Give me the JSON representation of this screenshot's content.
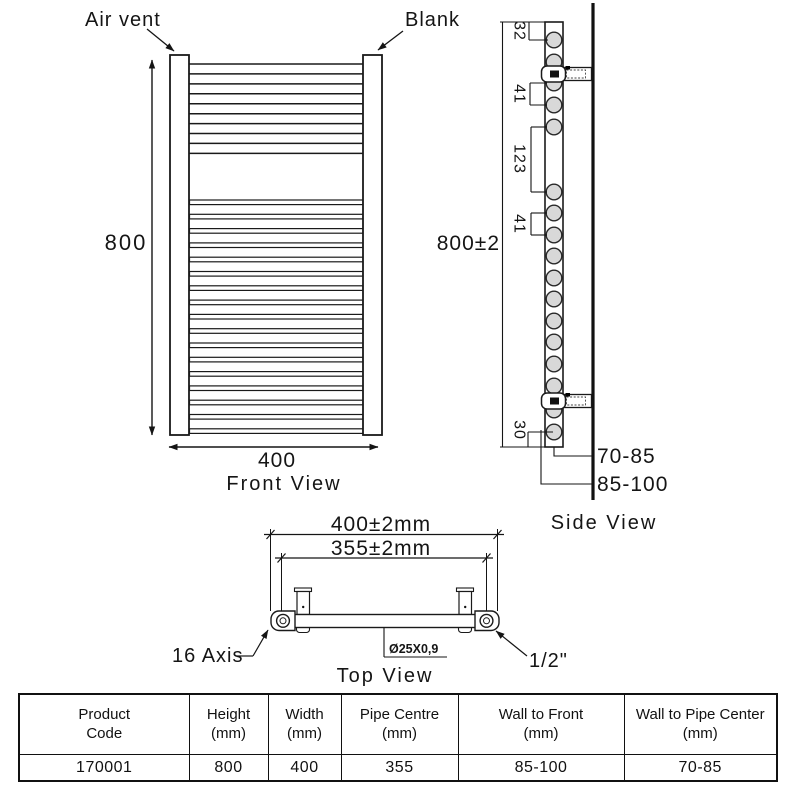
{
  "front_view": {
    "caption": "Front View",
    "air_vent_label": "Air vent",
    "blank_label": "Blank",
    "height_dim": "800",
    "width_dim": "400"
  },
  "side_view": {
    "caption": "Side View",
    "overall_dim": "800±2",
    "top_offset_dim": "32",
    "spacing_dim_top": "41",
    "middle_gap_dim": "123",
    "spacing_dim_mid": "41",
    "bottom_offset_dim": "30",
    "wall_to_pipe_center_dim": "70-85",
    "wall_to_front_dim": "85-100"
  },
  "top_view": {
    "caption": "Top View",
    "overall_dim": "400±2mm",
    "pipe_centre_dim": "355±2mm",
    "axis_label": "16 Axis",
    "tube_spec_label": "Ø25X0,9",
    "connection_label": "1/2\""
  },
  "spec_table": {
    "headers": [
      {
        "line1": "Product",
        "line2": "Code"
      },
      {
        "line1": "Height",
        "line2": "(mm)"
      },
      {
        "line1": "Width",
        "line2": "(mm)"
      },
      {
        "line1": "Pipe Centre",
        "line2": "(mm)"
      },
      {
        "line1": "Wall to Front",
        "line2": "(mm)"
      },
      {
        "line1": "Wall to Pipe Center",
        "line2": "(mm)"
      }
    ],
    "row": [
      "170001",
      "800",
      "400",
      "355",
      "85-100",
      "70-85"
    ]
  },
  "colors": {
    "line": "#1a1a1a",
    "tube_fill": "#d8d8d8",
    "background": "#ffffff"
  }
}
